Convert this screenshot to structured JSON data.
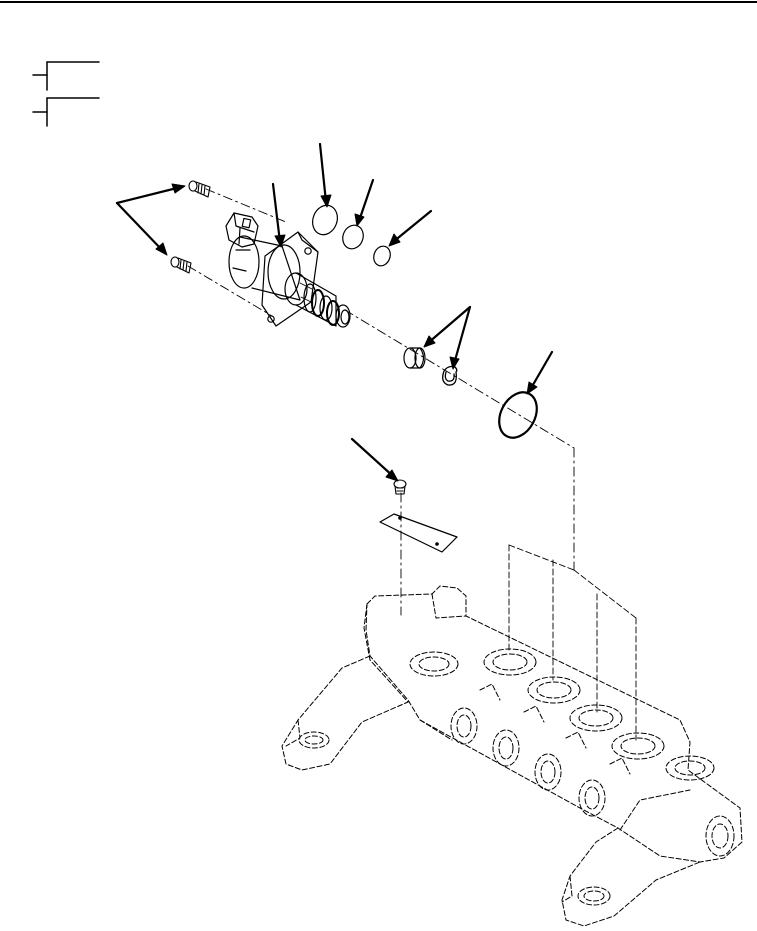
{
  "figure": {
    "type": "exploded-parts-illustration",
    "line_color": "#000000",
    "background_color": "#ffffff",
    "callout_brackets": 2,
    "leader_arrows": 10,
    "parts": [
      "solenoid-valve",
      "mounting-screw",
      "mounting-screw",
      "o-ring-large",
      "o-ring-medium",
      "o-ring-small",
      "plug",
      "snap-ring",
      "port-o-ring",
      "plate-screw",
      "identification-plate",
      "valve-manifold-housing"
    ]
  }
}
